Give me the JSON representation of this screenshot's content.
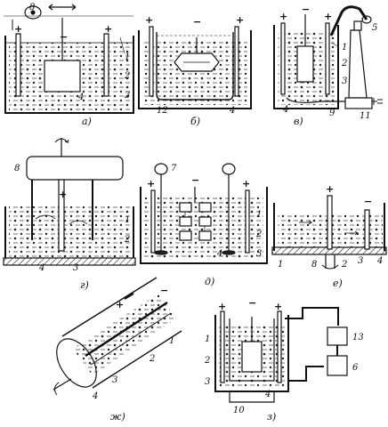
{
  "panels": {
    "a": {
      "caption": "а)",
      "signs": {
        "left": "+",
        "center": "−",
        "right": "+"
      },
      "labels": {
        "l8": "8",
        "l1": "1",
        "l2": "2",
        "l3": "3",
        "l4": "4"
      }
    },
    "b": {
      "caption": "б)",
      "signs": {
        "left": "+",
        "center": "−",
        "right": "+"
      },
      "labels": {
        "l12": "12",
        "l4": "4"
      }
    },
    "v": {
      "caption": "в)",
      "signs": {
        "left": "+",
        "center": "−",
        "right": "+"
      },
      "labels": {
        "l1": "1",
        "l2": "2",
        "l3": "3",
        "l4": "4",
        "l5": "5",
        "l9": "9",
        "l11": "11"
      }
    },
    "g": {
      "caption": "г)",
      "signs": {
        "center": "+"
      },
      "labels": {
        "l8": "8",
        "l1": "1",
        "l2": "2",
        "l3": "3",
        "l4": "4"
      }
    },
    "d": {
      "caption": "д)",
      "signs": {
        "left": "+",
        "center": "−",
        "right": "+"
      },
      "labels": {
        "l7": "7",
        "l1": "1",
        "l2": "2",
        "l3": "3",
        "l4": "4"
      }
    },
    "e": {
      "caption": "е)",
      "signs": {
        "left": "+",
        "right": "−"
      },
      "labels": {
        "l1": "1",
        "l8": "8",
        "l2": "2",
        "l3": "3",
        "l4": "4"
      }
    },
    "zh": {
      "caption": "ж)",
      "signs": {
        "top": "−",
        "mid": "+"
      },
      "labels": {
        "l1": "1",
        "l2": "2",
        "l3": "3",
        "l4": "4"
      }
    },
    "z": {
      "caption": "з)",
      "signs": {
        "left": "+",
        "center": "−",
        "right": "+"
      },
      "labels": {
        "l1": "1",
        "l2": "2",
        "l3": "3",
        "l4": "4",
        "l10": "10",
        "l13": "13",
        "l6": "6"
      }
    }
  }
}
